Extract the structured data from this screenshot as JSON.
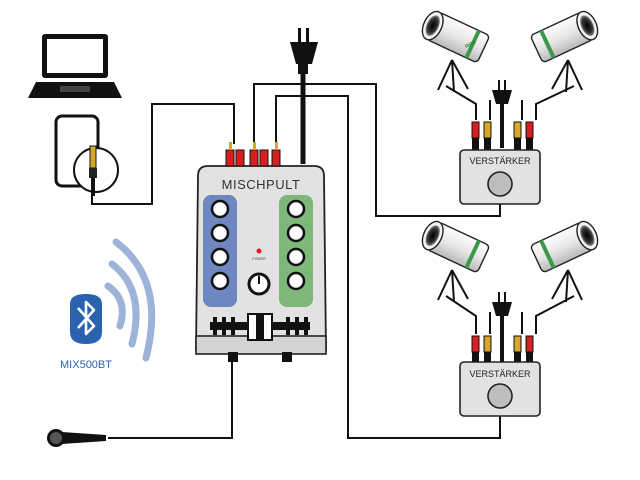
{
  "mixer": {
    "label": "MISCHPULT",
    "power_label": "POWER"
  },
  "amplifiers": [
    {
      "label": "VERSTÄRKER"
    },
    {
      "label": "VERSTÄRKER"
    }
  ],
  "speakers": {
    "brand": "ibiza"
  },
  "bluetooth": {
    "label": "MIX500BT",
    "icon": "bluetooth-icon"
  },
  "colors": {
    "cable": "#111111",
    "mixer_body": "#e2e2e2",
    "left_knob_panel": "#6f87c0",
    "right_knob_panel": "#7fb77a",
    "rca_red": "#d62020",
    "rca_gold": "#d8a62a",
    "bluetooth_blue": "#2b62b0",
    "bluetooth_waves": "#9db4d8",
    "power_led": "#e02020"
  }
}
